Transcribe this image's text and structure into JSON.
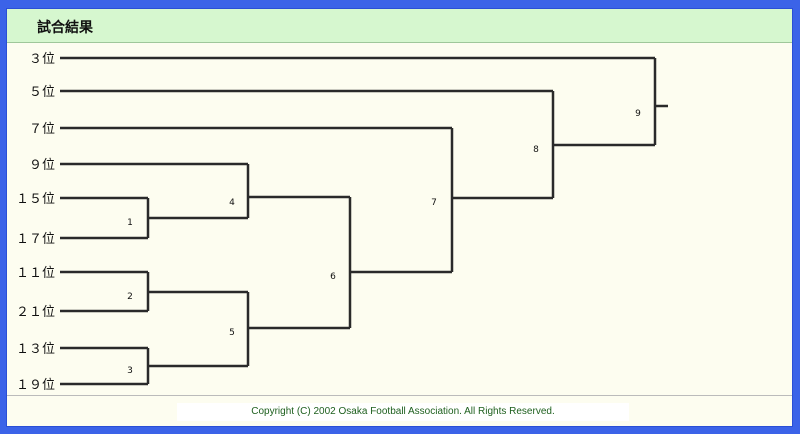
{
  "header": {
    "title": "試合結果"
  },
  "teams": [
    "３位",
    "５位",
    "７位",
    "９位",
    "１５位",
    "１７位",
    "１１位",
    "２１位",
    "１３位",
    "１９位"
  ],
  "matches": [
    "1",
    "2",
    "3",
    "4",
    "5",
    "6",
    "7",
    "8",
    "9"
  ],
  "footer": {
    "copyright": "Copyright (C) 2002 Osaka Football Association. All Rights Reserved."
  }
}
